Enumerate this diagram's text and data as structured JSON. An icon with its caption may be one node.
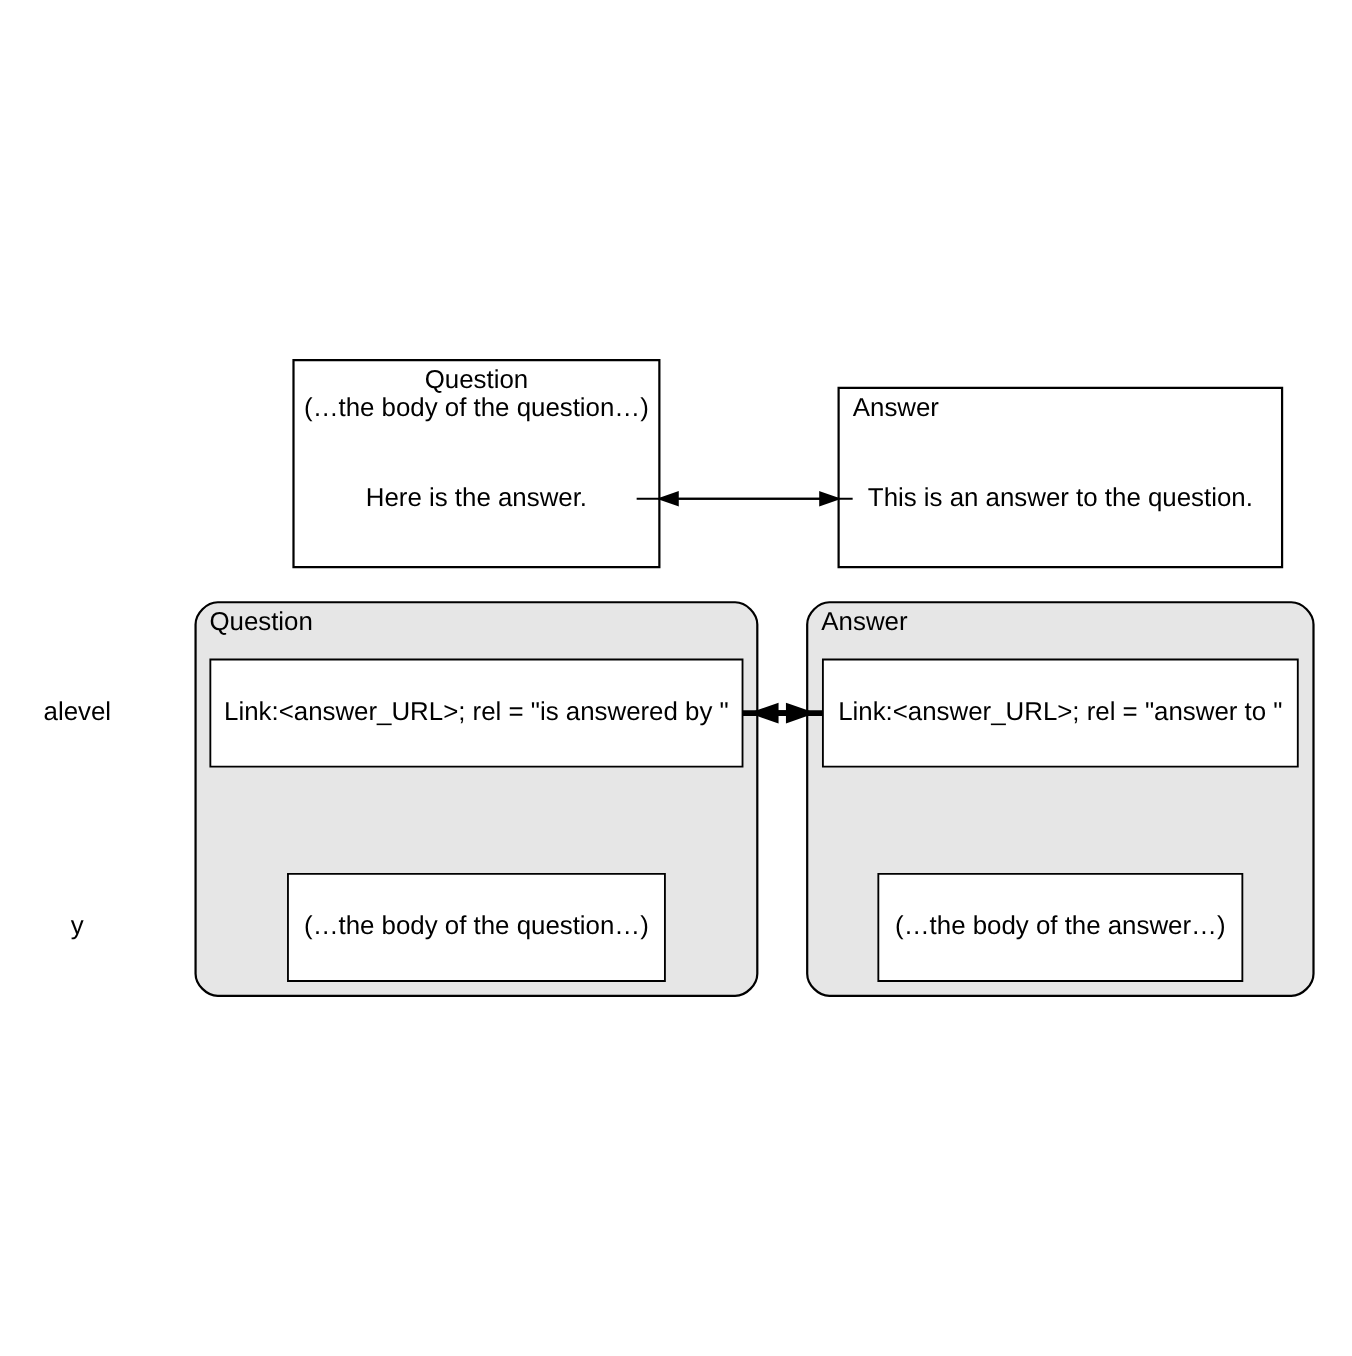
{
  "diagram": {
    "nodes": [
      {
        "text": [
          "Question",
          "(…the body of the question…)"
        ]
      },
      {
        "text": [
          "Here is the answer."
        ],
        "in": 0
      },
      {
        "text": [
          "Answer"
        ]
      },
      {
        "text": [
          "This is an answer to the question."
        ],
        "in": 2
      },
      {
        "text": [
          "Question"
        ]
      },
      {
        "text": [
          "Link:<answer_URL>; rel = \"is answered by \""
        ],
        "in": 4
      },
      {
        "text": [
          "(…the body of the question…)"
        ],
        "in": 4
      },
      {
        "text": [
          "Answer"
        ]
      },
      {
        "text": [
          "Link:<answer_URL>; rel = \"answer to \""
        ],
        "in": 7
      },
      {
        "text": [
          "(…the body of the answer…)"
        ],
        "in": 7
      }
    ],
    "edges": [
      {
        "from": 1,
        "to": 2,
        "arrow": "to"
      },
      {
        "from": 3,
        "to": 0,
        "arrow": "to"
      },
      {
        "from": 5,
        "to": 7,
        "arrow": "to",
        "style": "thick"
      },
      {
        "from": 8,
        "to": 4,
        "arrow": "to",
        "style": "thick"
      }
    ],
    "labels": [
      "alevel",
      "y"
    ]
  }
}
